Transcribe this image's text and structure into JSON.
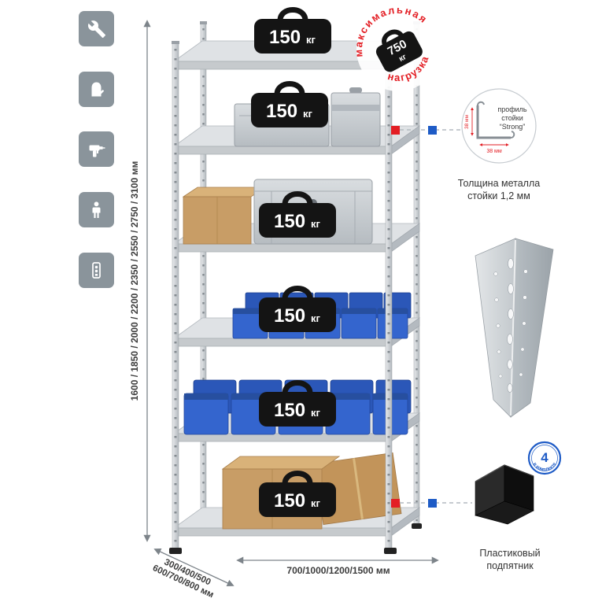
{
  "colors": {
    "accent_red": "#e31e24",
    "accent_blue": "#1e5bc6",
    "badge_black": "#141414",
    "icon_tile_gray": "#8a949b"
  },
  "sidebar_icons": {
    "items": [
      {
        "name": "wrench-icon"
      },
      {
        "name": "gloves-icon"
      },
      {
        "name": "drill-icon"
      },
      {
        "name": "person-icon"
      },
      {
        "name": "level-icon"
      }
    ]
  },
  "dimensions": {
    "height_label": "1600 / 1850 / 2000 / 2200 / 2350 / 2550 / 2750 / 3100 мм",
    "depth_label_line1": "300/400/500",
    "depth_label_line2": "600/700/800 мм",
    "width_label": "700/1000/1200/1500 мм"
  },
  "rack": {
    "shelf_badges": [
      {
        "value": "150",
        "unit": "кг"
      },
      {
        "value": "150",
        "unit": "кг"
      },
      {
        "value": "150",
        "unit": "кг"
      },
      {
        "value": "150",
        "unit": "кг"
      },
      {
        "value": "150",
        "unit": "кг"
      },
      {
        "value": "150",
        "unit": "кг"
      }
    ]
  },
  "stamp": {
    "arc_top": "максимальная",
    "arc_bottom": "нагрузка",
    "weight_value": "750",
    "weight_unit": "кг"
  },
  "profile_callout": {
    "label_line1": "профиль",
    "label_line2": "стойки",
    "label_line3": "“Strong”",
    "dim_vertical": "38 мм",
    "dim_horizontal": "38 мм",
    "caption_line1": "Толщина металла",
    "caption_line2": "стойки 1,2 мм"
  },
  "foot_callout": {
    "badge_value": "4",
    "badge_text": "в комплекте",
    "caption_line1": "Пластиковый",
    "caption_line2": "подпятник"
  }
}
